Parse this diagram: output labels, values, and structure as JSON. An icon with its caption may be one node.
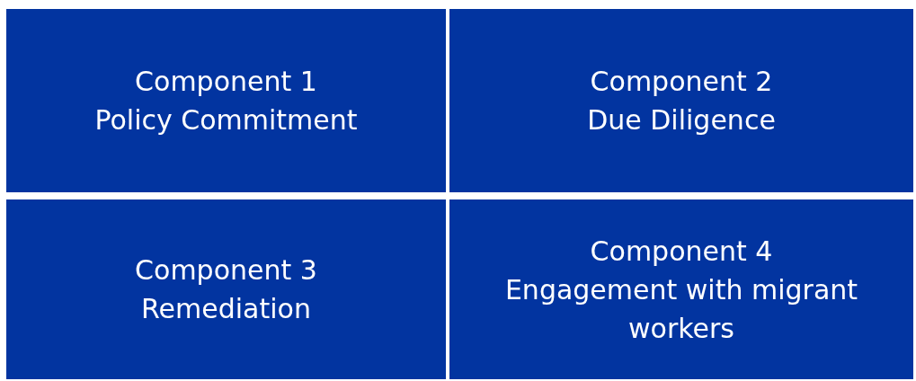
{
  "diagram": {
    "nodes": [
      {
        "text": [
          "Component 1",
          "Policy Commitment"
        ]
      },
      {
        "text": [
          "Component 2",
          "Due Diligence"
        ]
      },
      {
        "text": [
          "Component 3",
          "Remediation"
        ]
      },
      {
        "text": [
          "Component 4",
          "Engagement with migrant workers"
        ]
      }
    ]
  }
}
